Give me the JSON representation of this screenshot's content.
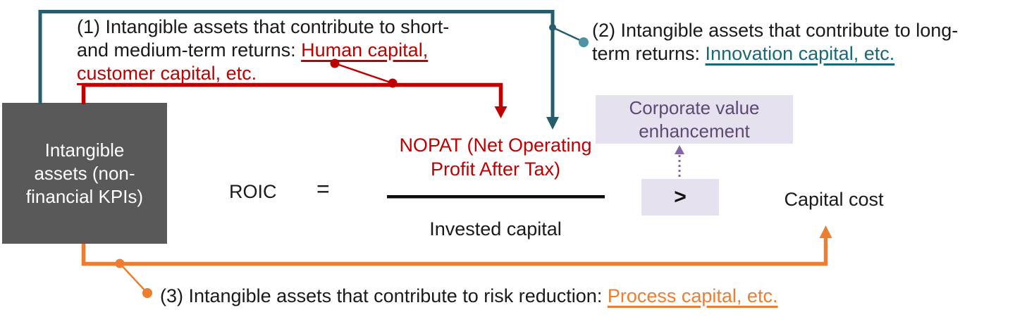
{
  "colors": {
    "red": "#c00000",
    "teal_line": "#265c6c",
    "teal_text": "#17697a",
    "teal_dot": "#4e93a6",
    "orange": "#ed7d31",
    "purple_text": "#5b4a73",
    "purple_arrow": "#8465a5",
    "lavender_fill": "#e6e1ee",
    "gray_box_fill": "#595959"
  },
  "intangible_box": {
    "label": "Intangible assets (non-financial KPIs)"
  },
  "notes": {
    "note1": {
      "line1": "(1) Intangible assets that contribute to short-",
      "line2_plain": "and medium-term returns: ",
      "line2_highlight": "Human capital,",
      "line3_highlight": "customer capital, etc."
    },
    "note2": {
      "line1": "(2) Intangible assets that contribute to long-",
      "line2_plain": "term returns: ",
      "line2_highlight": "Innovation capital, etc."
    },
    "note3": {
      "plain": "(3) Intangible assets that contribute to risk reduction: ",
      "highlight": "Process capital, etc."
    }
  },
  "formula": {
    "lhs": "ROIC",
    "equals": "=",
    "numerator": "NOPAT (Net Operating Profit After Tax)",
    "denominator": "Invested capital"
  },
  "comparison": {
    "symbol": ">",
    "rhs": "Capital cost"
  },
  "corporate_value_box": {
    "label": "Corporate value enhancement"
  }
}
